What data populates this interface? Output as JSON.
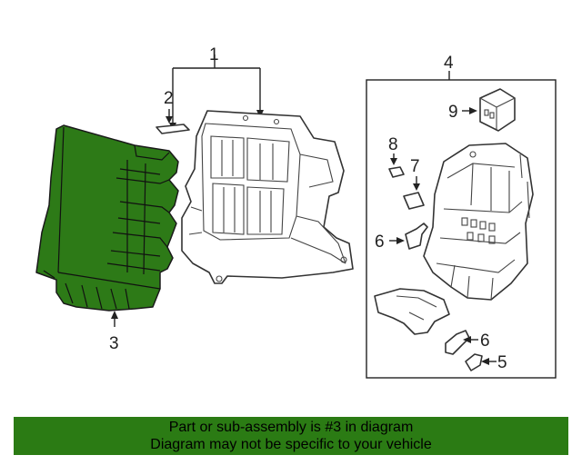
{
  "callouts": {
    "c1": "1",
    "c2": "2",
    "c3": "3",
    "c4": "4",
    "c5": "5",
    "c6a": "6",
    "c6b": "6",
    "c7": "7",
    "c8": "8",
    "c9": "9"
  },
  "banner": {
    "line1": "Part or sub-assembly is #3 in diagram",
    "line2": "Diagram may not be specific to your vehicle"
  },
  "colors": {
    "highlight_part": "#2d7a17",
    "banner_bg": "#2b7b14"
  }
}
